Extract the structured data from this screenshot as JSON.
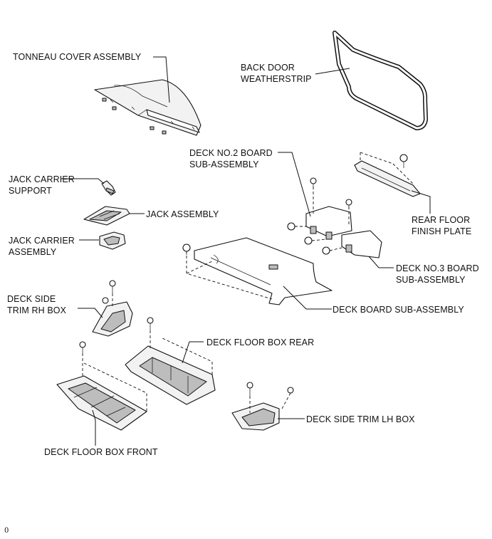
{
  "labels": {
    "tonneau_cover": "TONNEAU COVER ASSEMBLY",
    "back_door_ws_1": "BACK DOOR",
    "back_door_ws_2": "WEATHERSTRIP",
    "deck_no2_1": "DECK NO.2 BOARD",
    "deck_no2_2": "SUB-ASSEMBLY",
    "jack_carrier_support_1": "JACK CARRIER",
    "jack_carrier_support_2": "SUPPORT",
    "jack_assembly": "JACK ASSEMBLY",
    "jack_carrier_assembly_1": "JACK CARRIER",
    "jack_carrier_assembly_2": "ASSEMBLY",
    "rear_floor_finish_1": "REAR FLOOR",
    "rear_floor_finish_2": "FINISH PLATE",
    "deck_no3_1": "DECK NO.3 BOARD",
    "deck_no3_2": "SUB-ASSEMBLY",
    "deck_side_rh_1": "DECK SIDE",
    "deck_side_rh_2": "TRIM RH BOX",
    "deck_board": "DECK BOARD SUB-ASSEMBLY",
    "deck_floor_box_rear": "DECK FLOOR BOX REAR",
    "deck_side_lh": "DECK SIDE TRIM LH BOX",
    "deck_floor_box_front": "DECK FLOOR BOX FRONT",
    "corner_mark": "0"
  }
}
